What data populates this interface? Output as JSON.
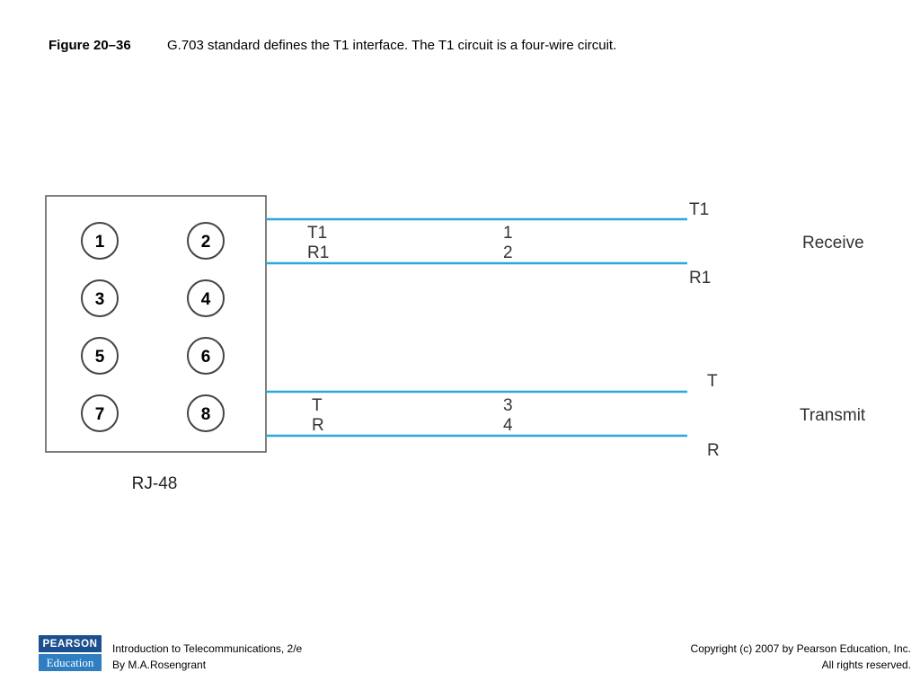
{
  "caption": {
    "figure_number": "Figure 20–36",
    "text": "G.703 standard defines the T1 interface. The T1 circuit is a four-wire circuit."
  },
  "connector": {
    "label": "RJ-48",
    "pins": [
      "1",
      "2",
      "3",
      "4",
      "5",
      "6",
      "7",
      "8"
    ]
  },
  "wires": {
    "receive": {
      "group_label": "Receive",
      "pair_labels": [
        "T1",
        "R1"
      ],
      "pin_numbers": [
        "1",
        "2"
      ],
      "end_labels": [
        "T1",
        "R1"
      ]
    },
    "transmit": {
      "group_label": "Transmit",
      "pair_labels": [
        "T",
        "R"
      ],
      "pin_numbers": [
        "3",
        "4"
      ],
      "end_labels": [
        "T",
        "R"
      ]
    }
  },
  "colors": {
    "wire": "#2aa8dc",
    "outline": "#555555"
  },
  "footer": {
    "logo_top": "PEARSON",
    "logo_bottom": "Education",
    "book_title": "Introduction to Telecommunications, 2/e",
    "author": "By M.A.Rosengrant",
    "copyright": "Copyright (c) 2007 by Pearson Education, Inc.",
    "rights": "All rights reserved."
  }
}
